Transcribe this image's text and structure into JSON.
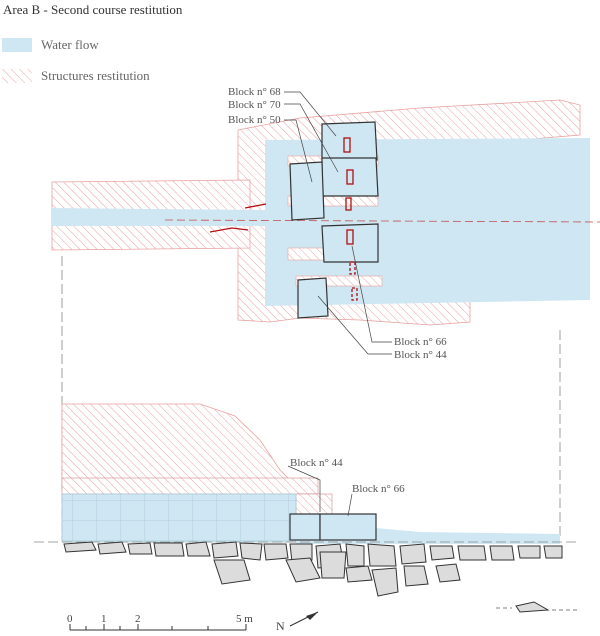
{
  "title": "Area B - Second course restitution",
  "legend": {
    "water": {
      "label": "Water flow",
      "color": "#cfe7f3"
    },
    "structures": {
      "label": "Structures restitution",
      "color": "#f2c9c9"
    }
  },
  "plan_labels": {
    "block68": "Block n° 68",
    "block70": "Block n° 70",
    "block50": "Block n° 50",
    "block66": "Block n° 66",
    "block44": "Block n° 44"
  },
  "section_labels": {
    "block44": "Block n° 44",
    "block66": "Block n° 66"
  },
  "scale": {
    "ticks": [
      "0",
      "1",
      "2",
      "5 m"
    ]
  },
  "north": "N",
  "colors": {
    "accent_red": "#b01010",
    "line": "#333333",
    "hatch": "#e8a0a0"
  }
}
